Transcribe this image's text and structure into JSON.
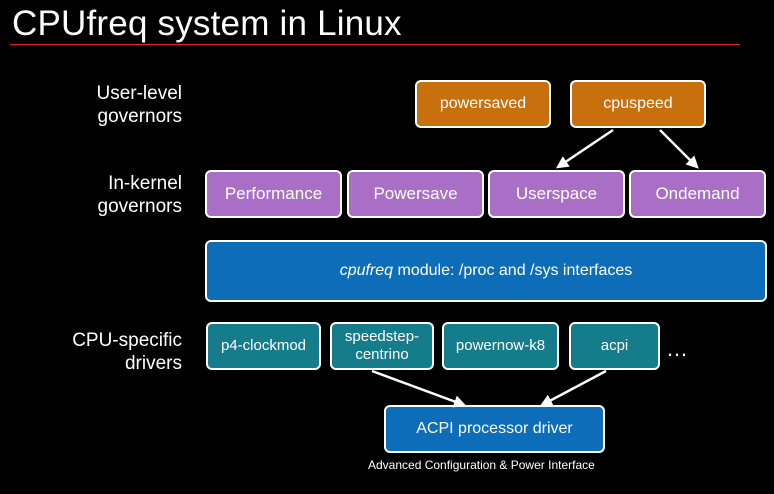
{
  "title": "CPUfreq system in Linux",
  "layers": {
    "user_level": {
      "label_line1": "User-level",
      "label_line2": "governors"
    },
    "in_kernel": {
      "label_line1": "In-kernel",
      "label_line2": "governors"
    },
    "cpu_specific": {
      "label_line1": "CPU-specific",
      "label_line2": "drivers"
    }
  },
  "user_governors": [
    "powersaved",
    "cpuspeed"
  ],
  "kernel_governors": [
    "Performance",
    "Powersave",
    "Userspace",
    "Ondemand"
  ],
  "module": {
    "name": "cpufreq",
    "rest": " module: /proc and /sys interfaces"
  },
  "drivers": {
    "p4": "p4-clockmod",
    "speedstep_line1": "speedstep-",
    "speedstep_line2": "centrino",
    "powernow": "powernow-k8",
    "acpi": "acpi",
    "more": "…"
  },
  "acpi_driver": "ACPI processor driver",
  "acpi_caption": "Advanced Configuration & Power Interface",
  "colors": {
    "user_governor": "#c8700e",
    "kernel_governor": "#a96fc7",
    "module": "#0d6db8",
    "driver": "#157c8c",
    "acpi_driver": "#0d6db8",
    "title_rule": "#dd2222"
  }
}
